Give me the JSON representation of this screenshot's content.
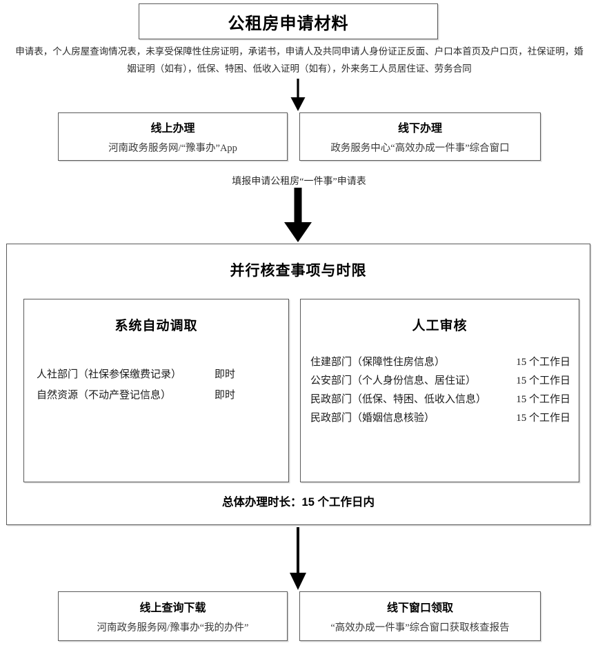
{
  "title": {
    "text": "公租房申请材料"
  },
  "materials": {
    "text": "申请表，个人房屋查询情况表，未享受保障性住房证明，承诺书，申请人及共同申请人身份证正反面、户口本首页及户口页，社保证明，婚姻证明（如有），低保、特困、低收入证明（如有），外来务工人员居住证、劳务合同"
  },
  "channels": [
    {
      "title": "线上办理",
      "subtitle": "河南政务服务网/“豫事办”App"
    },
    {
      "title": "线下办理",
      "subtitle": "政务服务中心“高效办成一件事”综合窗口"
    }
  ],
  "fill_caption": {
    "text": "填报申请公租房“一件事”申请表"
  },
  "parallel": {
    "heading": "并行核查事项与时限",
    "auto": {
      "title": "系统自动调取",
      "rows": [
        {
          "label": "人社部门（社保参保缴费记录）",
          "value": "即时"
        },
        {
          "label": "自然资源（不动产登记信息）",
          "value": "即时"
        }
      ]
    },
    "manual": {
      "title": "人工审核",
      "rows": [
        {
          "label": "住建部门（保障性住房信息）",
          "value": "15 个工作日"
        },
        {
          "label": "公安部门（个人身份信息、居住证）",
          "value": "15 个工作日"
        },
        {
          "label": "民政部门（低保、特困、低收入信息）",
          "value": "15 个工作日"
        },
        {
          "label": "民政部门（婚姻信息核验）",
          "value": "15 个工作日"
        }
      ]
    },
    "total_duration": "总体办理时长：15 个工作日内"
  },
  "results": [
    {
      "title": "线上查询下载",
      "subtitle": "河南政务服务网/豫事办“我的办件”"
    },
    {
      "title": "线下窗口领取",
      "subtitle": "“高效办成一件事”综合窗口获取核查报告"
    }
  ],
  "arrows": [
    {
      "name": "arrow-materials-to-channels"
    },
    {
      "name": "arrow-channels-to-parallel"
    },
    {
      "name": "arrow-parallel-to-results"
    }
  ],
  "colors": {
    "border": "#595959",
    "text": "#000000",
    "arrow": "#000000",
    "background": "#ffffff"
  }
}
